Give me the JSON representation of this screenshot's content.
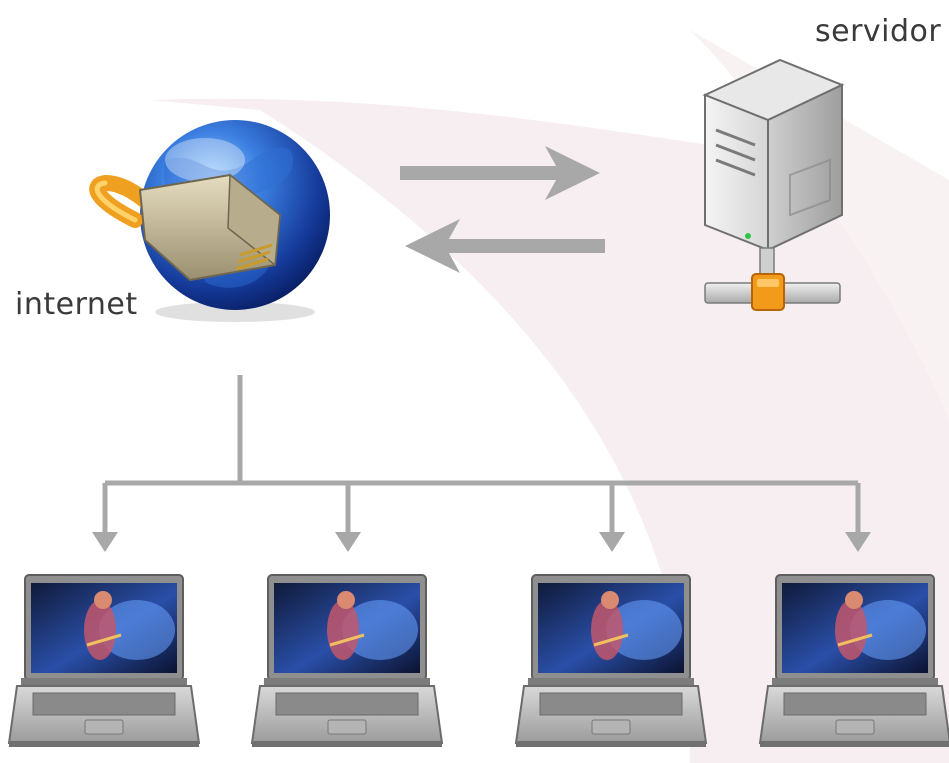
{
  "labels": {
    "server": "servidor",
    "internet": "internet"
  },
  "icons": {
    "globe": "internet-globe-icon",
    "server": "server-tower-icon",
    "laptop": "laptop-icon"
  },
  "laptops": [
    {
      "id": 1
    },
    {
      "id": 2
    },
    {
      "id": 3
    },
    {
      "id": 4
    }
  ],
  "colors": {
    "arrow": "#a8a8a8",
    "background_swoosh": "#f6eef0",
    "globe_blue": "#1b4fbf",
    "cable_orange": "#f0a020",
    "connector_orange": "#f29a1a",
    "text": "#3a3a3a"
  }
}
